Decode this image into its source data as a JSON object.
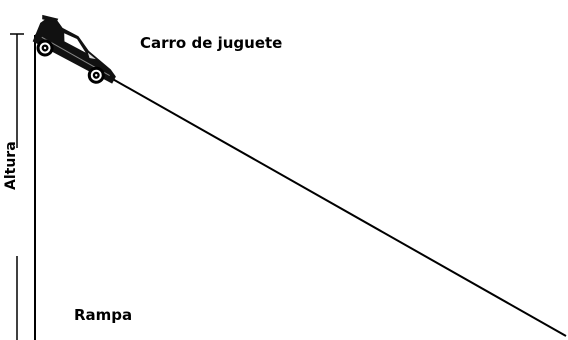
{
  "labels": {
    "car": "Carro de juguete",
    "ramp": "Rampa",
    "height": "Altura"
  },
  "icons": {
    "car": "toy-sports-car-icon"
  },
  "colors": {
    "line": "#000000",
    "background": "#ffffff"
  }
}
